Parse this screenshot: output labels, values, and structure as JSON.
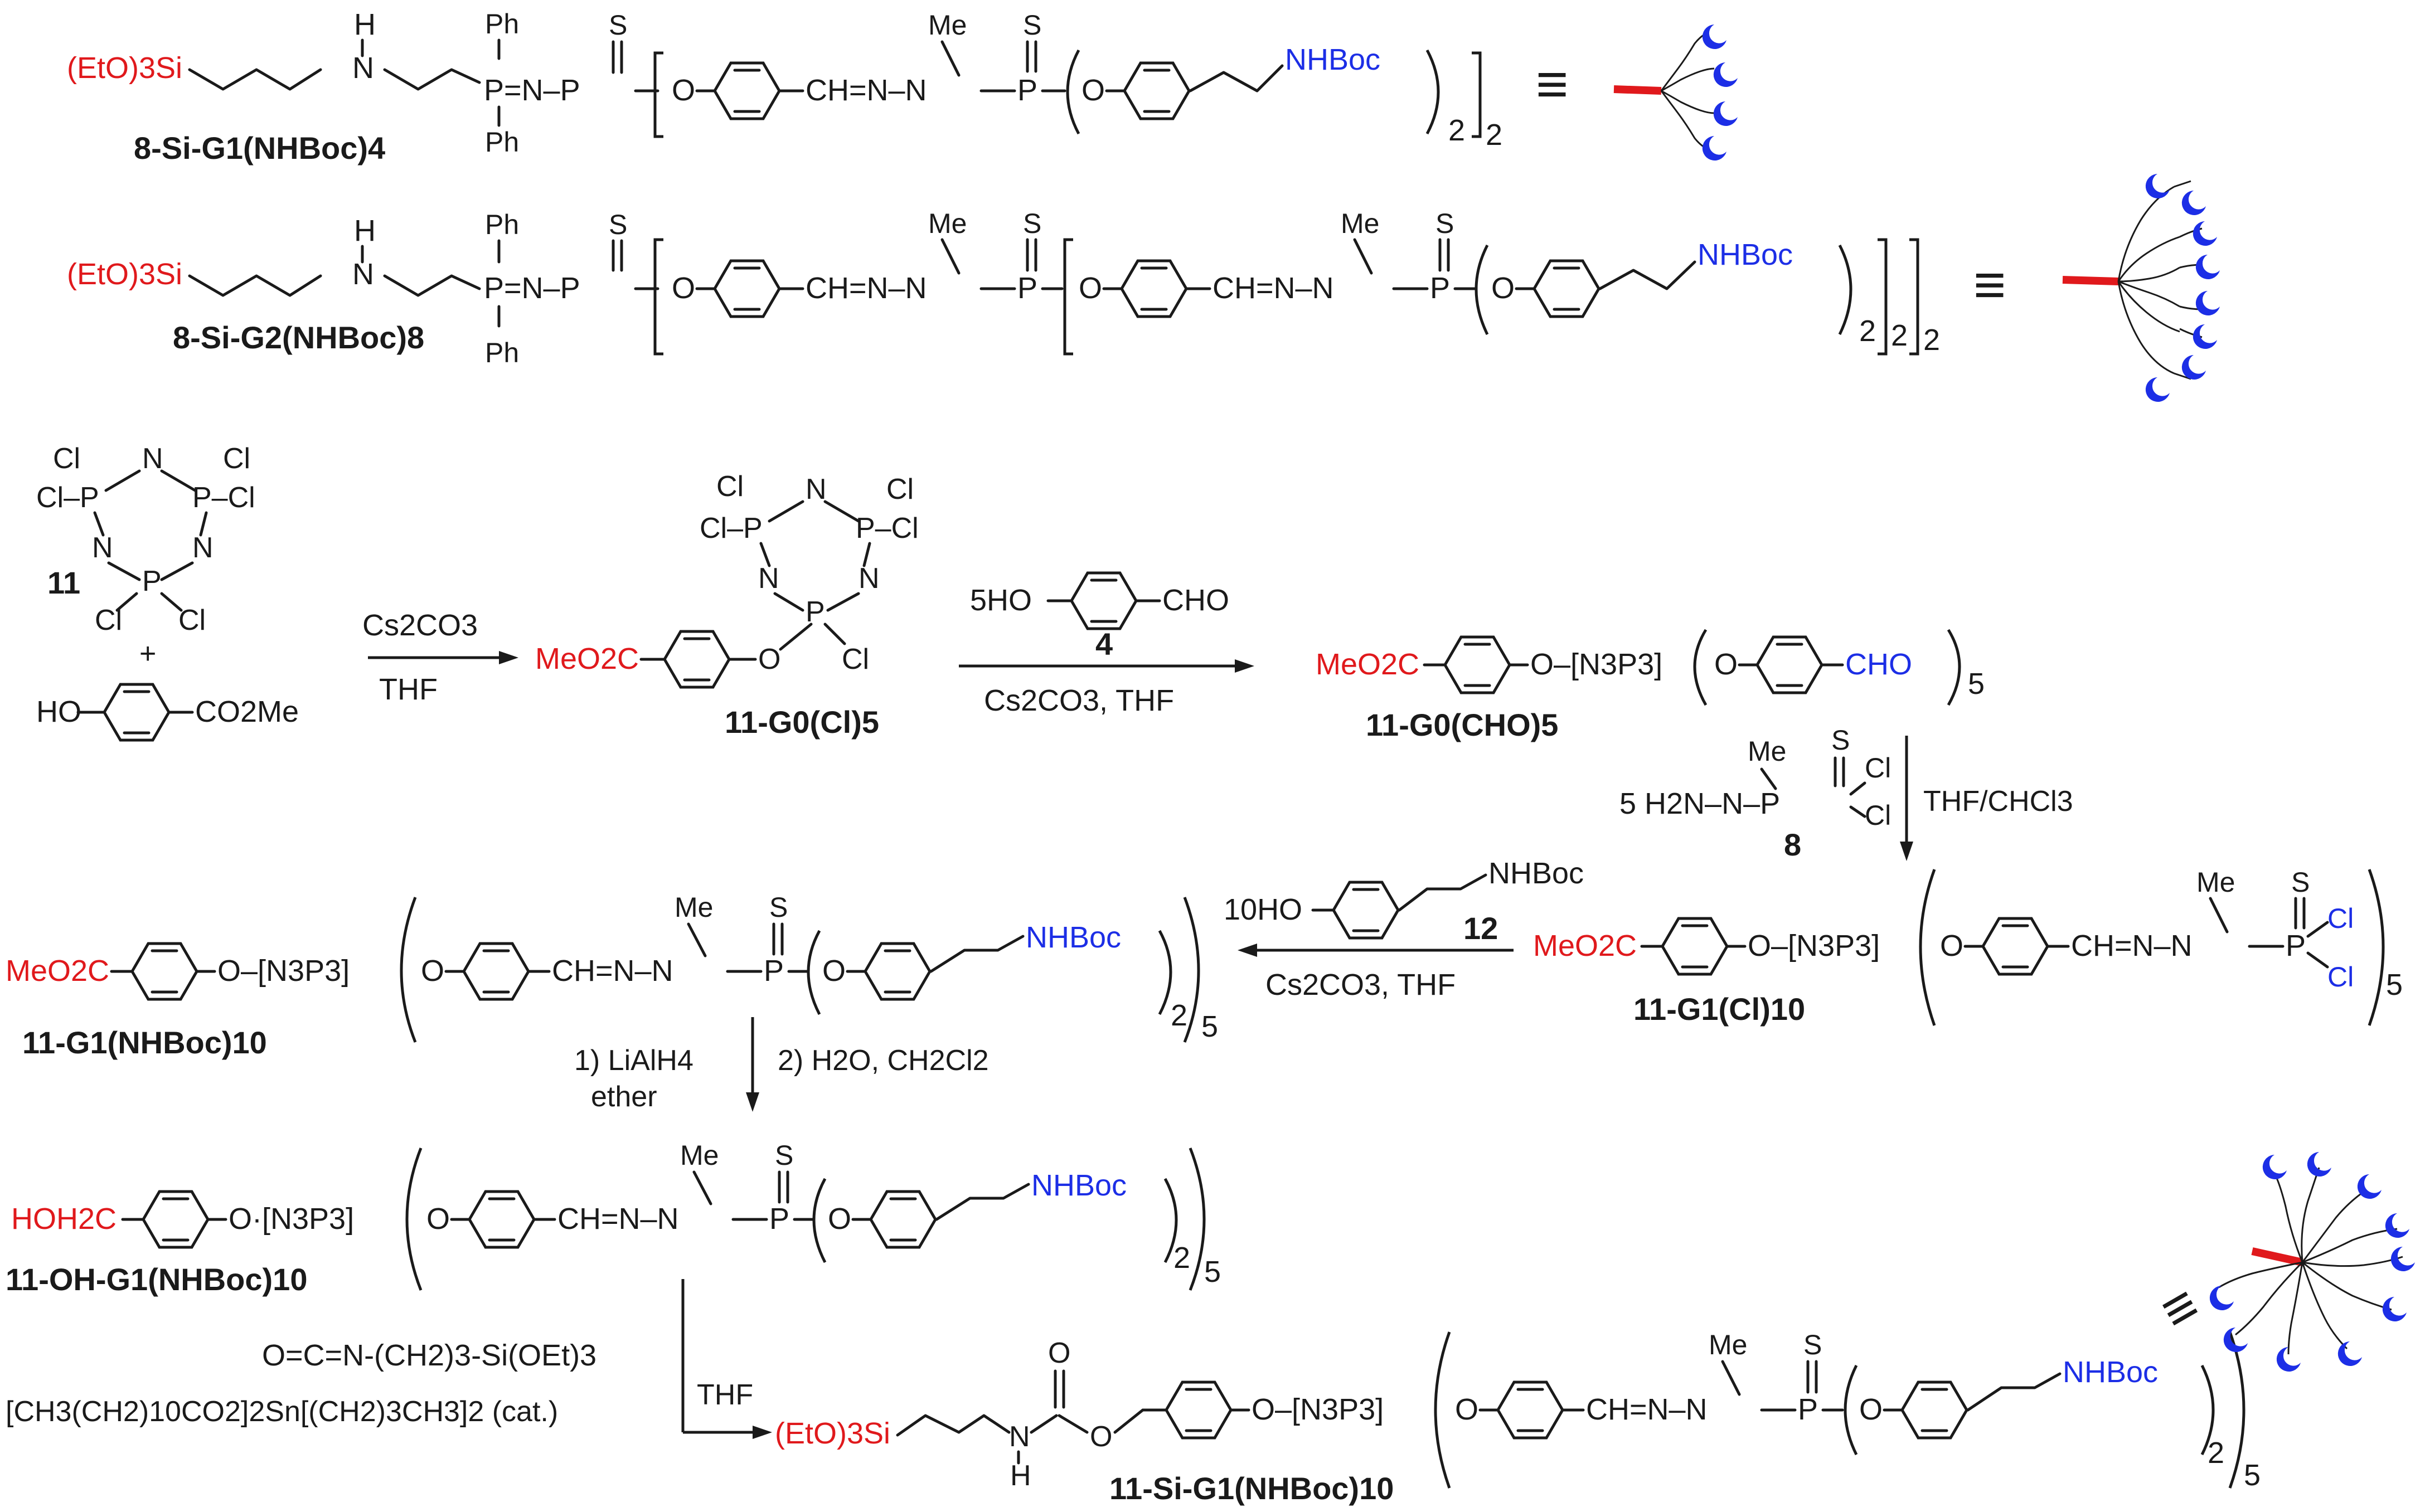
{
  "colors": {
    "red": "#e0191c",
    "blue": "#1c2ee6",
    "teal": "#1a8a8a",
    "black": "#1a1a1a"
  },
  "row1": {
    "si_group": "(EtO)3Si",
    "h": "H",
    "n": "N",
    "ph_top": "Ph",
    "ph_bottom": "Ph",
    "p_n_n_p": "P=N–P",
    "s": "S",
    "o1": "O",
    "imine": "CH=N–N",
    "me": "Me",
    "p2": "P",
    "o2": "O",
    "nhboc": "NHBoc",
    "sub2a": "2",
    "sub2b": "2",
    "equiv": "≡",
    "label": "8-Si-G1(NHBoc)4"
  },
  "row2": {
    "si_group": "(EtO)3Si",
    "h": "H",
    "n": "N",
    "ph_top": "Ph",
    "ph_bottom": "Ph",
    "p_n_n_p": "P=N–P",
    "s": "S",
    "o1": "O",
    "imine1": "CH=N–N",
    "me1": "Me",
    "p2": "P",
    "o2": "O",
    "imine2": "CH=N–N",
    "me2": "Me",
    "p3": "P",
    "o3": "O",
    "nhboc": "NHBoc",
    "sub2a": "2",
    "sub2b": "2",
    "sub2c": "2",
    "equiv": "≡",
    "label": "8-Si-G2(NHBoc)8"
  },
  "step1": {
    "trimer_lines": [
      "Cl",
      "Cl–P",
      "N",
      "P–Cl",
      "Cl",
      "N",
      "N",
      "P",
      "Cl",
      "Cl"
    ],
    "trimer_label": "11",
    "plus": "+",
    "phenol_left": "HO",
    "phenol_right": "CO2Me",
    "reagent_top": "Cs2CO3",
    "reagent_bottom": "THF",
    "product_left": "MeO2C",
    "product_o": "O",
    "product_cl": "Cl",
    "product_label": "11-G0(Cl)5"
  },
  "step2": {
    "reagent_prefix": "5HO",
    "reagent_suffix": "CHO",
    "reagent_num": "4",
    "conditions": "Cs2CO3, THF",
    "product_left": "MeO2C",
    "product_core": "O–[N3P3]",
    "product_o": "O",
    "product_cho": "CHO",
    "product_sub": "5",
    "product_label": "11-G0(CHO)5"
  },
  "step3": {
    "reagent": "5 H2N–N–P",
    "me": "Me",
    "s": "S",
    "cl1": "Cl",
    "cl2": "Cl",
    "num": "8",
    "conditions": "THF/CHCl3",
    "product_left": "MeO2C",
    "product_core": "O–[N3P3]",
    "product_imine": "CH=N–N",
    "product_me": "Me",
    "product_p": "P",
    "product_s": "S",
    "product_cl1": "Cl",
    "product_cl2": "Cl",
    "product_sub": "5",
    "product_label": "11-G1(Cl)10"
  },
  "step4": {
    "reagent_prefix": "10HO",
    "reagent_nhboc": "NHBoc",
    "reagent_num": "12",
    "conditions": "Cs2CO3, THF",
    "product_left": "MeO2C",
    "product_core": "O–[N3P3]",
    "product_o": "O",
    "product_imine": "CH=N–N",
    "product_me": "Me",
    "product_p": "P",
    "product_s": "S",
    "product_o2": "O",
    "product_nhboc": "NHBoc",
    "product_sub2": "2",
    "product_sub5": "5",
    "product_label": "11-G1(NHBoc)10"
  },
  "step5": {
    "reagent_left_1": "1) LiAlH4",
    "reagent_left_2": "ether",
    "reagent_right": "2) H2O, CH2Cl2",
    "product_left": "HOH2C",
    "product_core": "O·[N3P3]",
    "product_o": "O",
    "product_imine": "CH=N–N",
    "product_me": "Me",
    "product_p": "P",
    "product_s": "S",
    "product_o2": "O",
    "product_nhboc": "NHBoc",
    "product_sub2": "2",
    "product_sub5": "5",
    "product_label": "11-OH-G1(NHBoc)10"
  },
  "step6": {
    "reagent_1": "O=C=N-(CH2)3-Si(OEt)3",
    "reagent_2": "[CH3(CH2)10CO2]2Sn[(CH2)3CH3]2 (cat.)",
    "solvent": "THF",
    "product_si": "(EtO)3Si",
    "product_o_carbonyl": "O",
    "product_nh": "N",
    "product_h": "H",
    "product_o_ester": "O",
    "product_core": "O–[N3P3]",
    "product_o": "O",
    "product_imine": "CH=N–N",
    "product_me": "Me",
    "product_p": "P",
    "product_s": "S",
    "product_o2": "O",
    "product_nhboc": "NHBoc",
    "product_sub2": "2",
    "product_sub5": "5",
    "equiv": "≡",
    "product_label": "11-Si-G1(NHBoc)10"
  }
}
